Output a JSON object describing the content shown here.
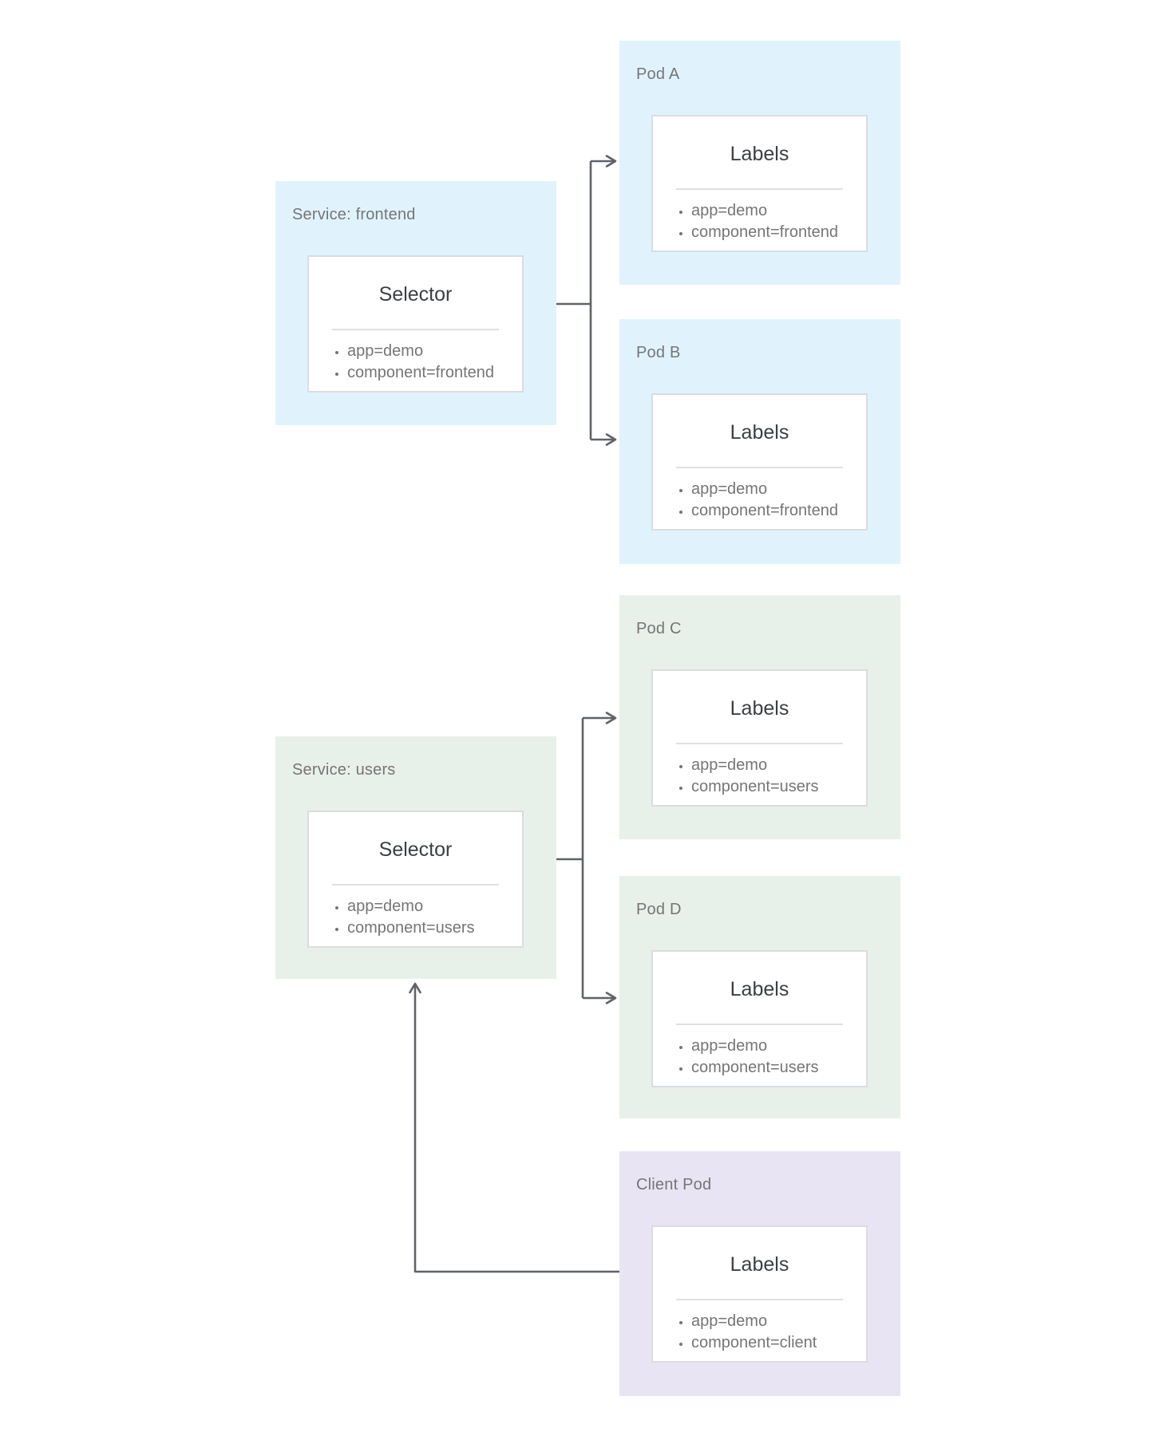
{
  "diagram": {
    "description": "Kubernetes services selecting pods by labels",
    "nodes": {
      "pod_a": {
        "label": "Pod A",
        "card_title": "Labels",
        "items": [
          "app=demo",
          "component=frontend"
        ]
      },
      "service_frontend": {
        "label": "Service: frontend",
        "card_title": "Selector",
        "items": [
          "app=demo",
          "component=frontend"
        ]
      },
      "pod_b": {
        "label": "Pod B",
        "card_title": "Labels",
        "items": [
          "app=demo",
          "component=frontend"
        ]
      },
      "pod_c": {
        "label": "Pod C",
        "card_title": "Labels",
        "items": [
          "app=demo",
          "component=users"
        ]
      },
      "service_users": {
        "label": "Service: users",
        "card_title": "Selector",
        "items": [
          "app=demo",
          "component=users"
        ]
      },
      "pod_d": {
        "label": "Pod D",
        "card_title": "Labels",
        "items": [
          "app=demo",
          "component=users"
        ]
      },
      "client_pod": {
        "label": "Client Pod",
        "card_title": "Labels",
        "items": [
          "app=demo",
          "component=client"
        ]
      }
    },
    "arrows": [
      "service-frontend to pod-a",
      "service-frontend to pod-b",
      "service-users to pod-c",
      "service-users to pod-d",
      "client-pod to service-users"
    ],
    "colors": {
      "frontend_group_bg": "#e0f3fd",
      "users_group_bg": "#e8f0ea",
      "client_group_bg": "#e9e4f3",
      "card_bg": "#ffffff",
      "card_border": "#dadce0",
      "node_label_text": "#757575",
      "card_title_text": "#3c4043",
      "list_text": "#757575",
      "arrow_stroke": "#5f6368"
    }
  }
}
